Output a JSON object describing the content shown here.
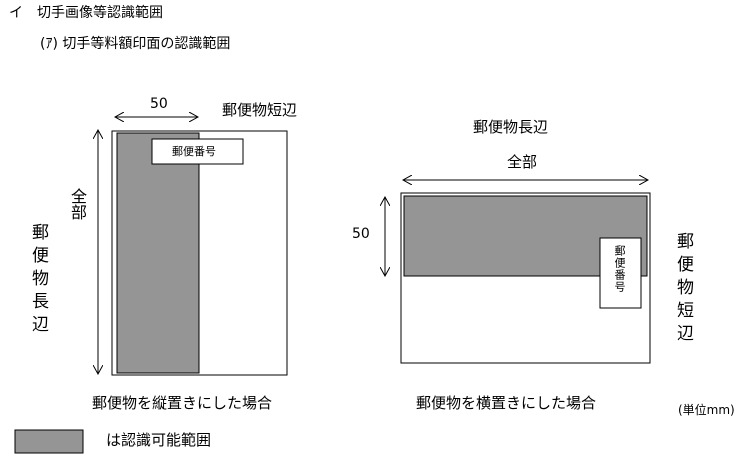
{
  "heading": "イ　切手画像等認識範囲",
  "subheading": "(ｱ) 切手等料額印面の認識範囲",
  "left": {
    "dim_width": "50",
    "short_side": "郵便物短辺",
    "dim_length": "全部",
    "long_side": "郵便物長辺",
    "postal_code_label": "郵便番号",
    "caption": "郵便物を縦置きにした場合"
  },
  "right": {
    "long_side": "郵便物長辺",
    "dim_width": "全部",
    "dim_height": "50",
    "short_side": "郵便物短辺",
    "postal_code_label": "郵便番号",
    "caption": "郵便物を横置きにした場合"
  },
  "unit": "(単位mm)",
  "legend": {
    "label": "は認識可能範囲",
    "swatch_color": "#959595"
  },
  "colors": {
    "recognizable_area": "#959595",
    "outline": "#000000"
  }
}
